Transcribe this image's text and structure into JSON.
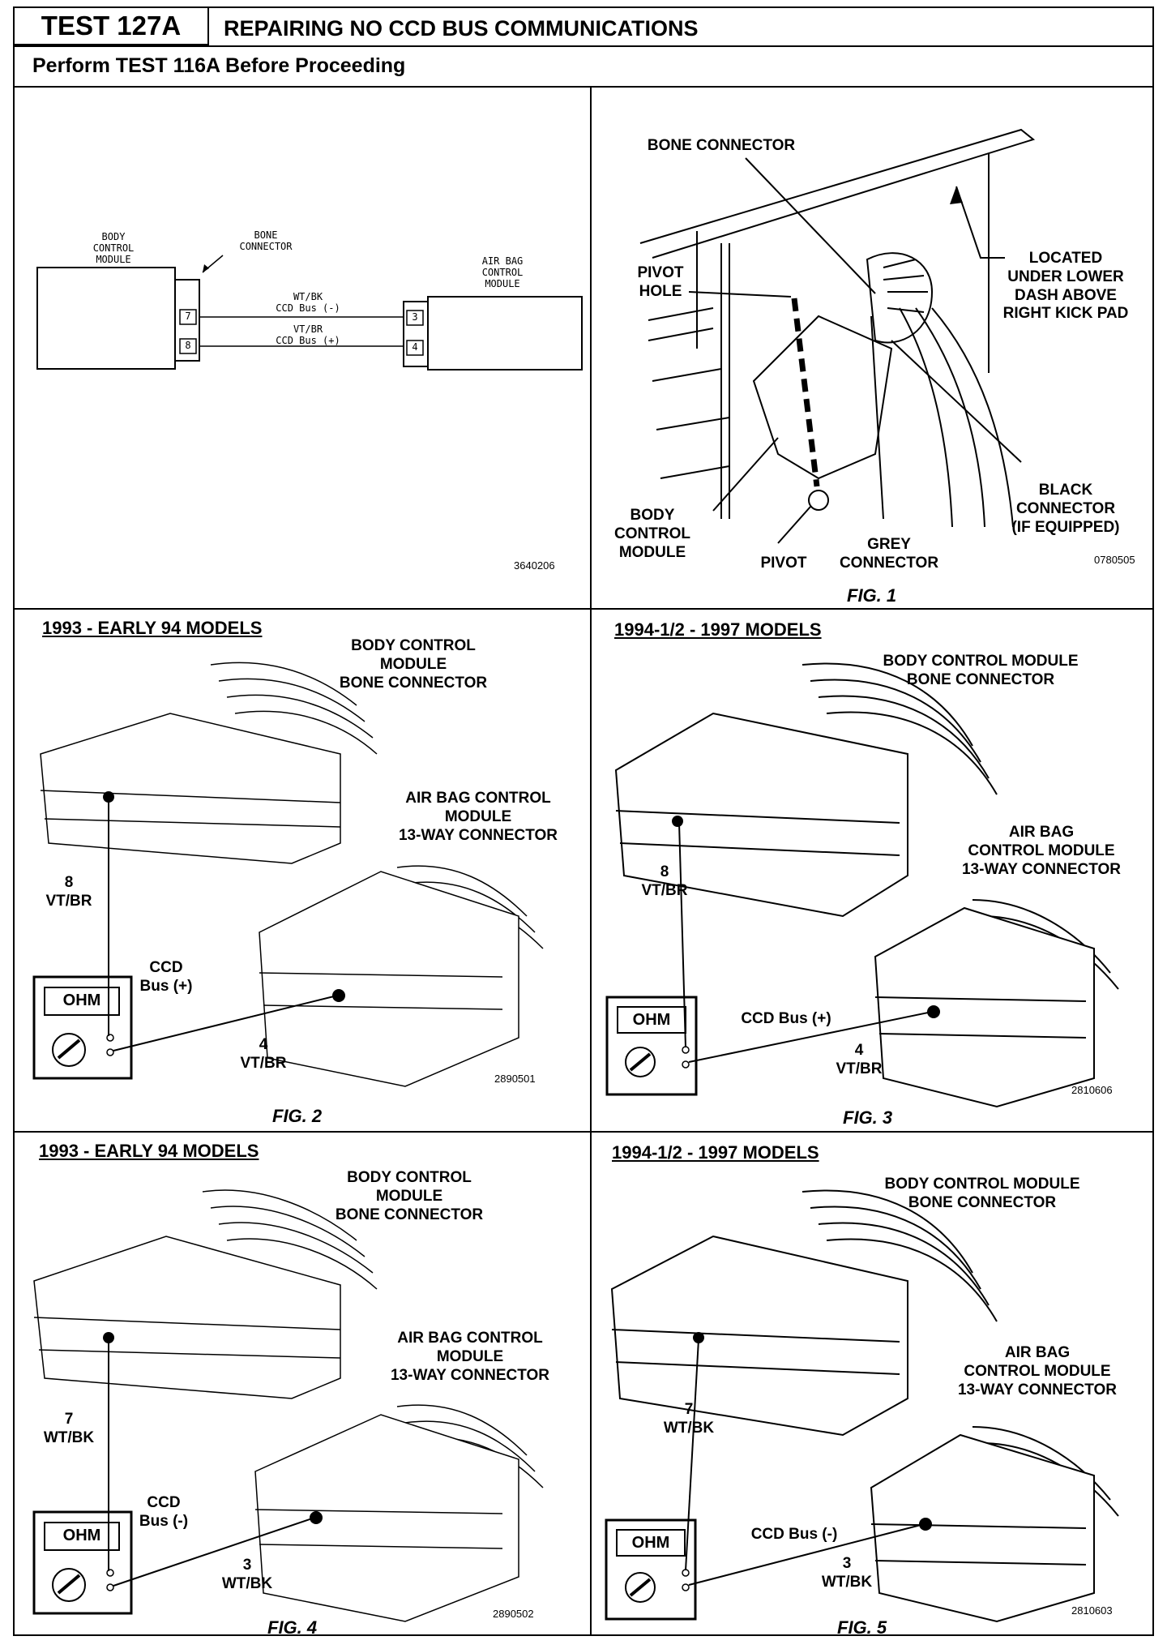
{
  "header": {
    "test_id": "TEST 127A",
    "title": "REPAIRING NO CCD BUS COMMUNICATIONS",
    "subtitle": "Perform TEST 116A Before Proceeding"
  },
  "schematic": {
    "body_control_module": "BODY\nCONTROL\nMODULE",
    "bone_connector": "BONE\nCONNECTOR",
    "air_bag_control_module": "AIR BAG\nCONTROL\nMODULE",
    "pin_7": "7",
    "pin_8": "8",
    "pin_3": "3",
    "pin_4": "4",
    "wire_top": "WT/BK\nCCD Bus (-)",
    "wire_bottom": "VT/BR\nCCD Bus (+)",
    "code": "3640206"
  },
  "fig1": {
    "bone_connector": "BONE CONNECTOR",
    "pivot_hole": "PIVOT\nHOLE",
    "located": "LOCATED\nUNDER LOWER\nDASH ABOVE\nRIGHT KICK PAD",
    "black_connector": "BLACK\nCONNECTOR\n(IF EQUIPPED)",
    "body_control_module": "BODY\nCONTROL\nMODULE",
    "pivot": "PIVOT",
    "grey_connector": "GREY\nCONNECTOR",
    "code": "0780505",
    "caption": "FIG. 1"
  },
  "fig2": {
    "models": "1993 - EARLY 94 MODELS",
    "bcm_label": "BODY CONTROL\nMODULE\nBONE CONNECTOR",
    "abcm_label": "AIR BAG CONTROL\nMODULE\n13-WAY CONNECTOR",
    "pin_bcm": "8\nVT/BR",
    "bus": "CCD\nBus (+)",
    "pin_abcm": "4\nVT/BR",
    "meter": "OHM",
    "code": "2890501",
    "caption": "FIG. 2"
  },
  "fig3": {
    "models": "1994-1/2 - 1997 MODELS",
    "bcm_label": "BODY CONTROL MODULE\nBONE CONNECTOR",
    "abcm_label": "AIR BAG\nCONTROL MODULE\n13-WAY CONNECTOR",
    "pin_bcm": "8\nVT/BR",
    "bus": "CCD Bus (+)",
    "pin_abcm": "4\nVT/BR",
    "meter": "OHM",
    "code": "2810606",
    "caption": "FIG. 3"
  },
  "fig4": {
    "models": "1993 - EARLY 94 MODELS",
    "bcm_label": "BODY CONTROL\nMODULE\nBONE CONNECTOR",
    "abcm_label": "AIR BAG CONTROL\nMODULE\n13-WAY CONNECTOR",
    "pin_bcm": "7\nWT/BK",
    "bus": "CCD\nBus (-)",
    "pin_abcm": "3\nWT/BK",
    "meter": "OHM",
    "code": "2890502",
    "caption": "FIG. 4"
  },
  "fig5": {
    "models": "1994-1/2 - 1997 MODELS",
    "bcm_label": "BODY CONTROL MODULE\nBONE CONNECTOR",
    "abcm_label": "AIR BAG\nCONTROL MODULE\n13-WAY CONNECTOR",
    "pin_bcm": "7\nWT/BK",
    "bus": "CCD Bus (-)",
    "pin_abcm": "3\nWT/BK",
    "meter": "OHM",
    "code": "2810603",
    "caption": "FIG. 5"
  }
}
